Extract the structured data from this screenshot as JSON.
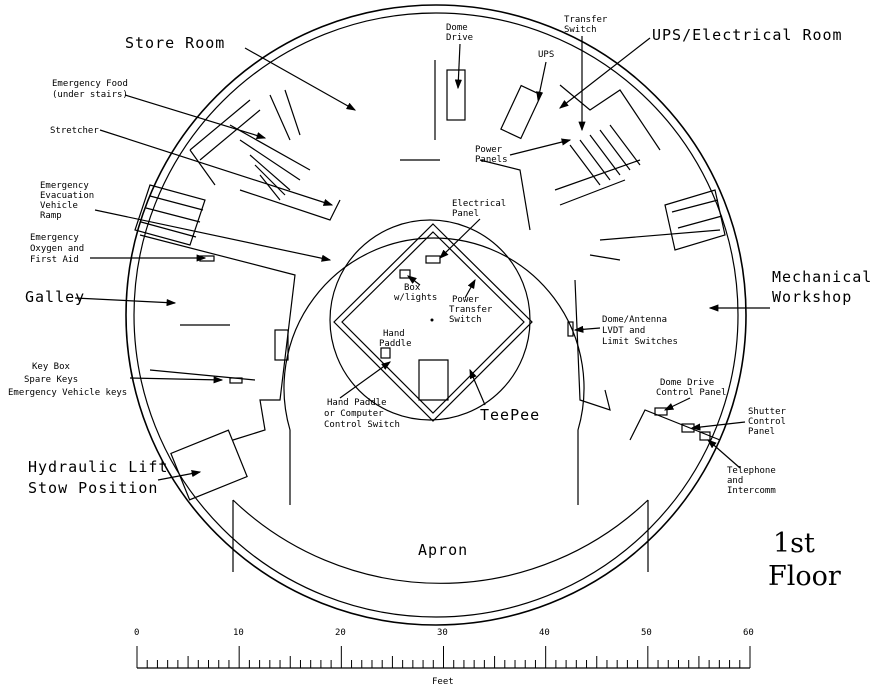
{
  "floor_title": [
    "1st",
    "Floor"
  ],
  "rooms": {
    "store_room": "Store Room",
    "ups_room": "UPS/Electrical Room",
    "mechanical": [
      "Mechanical",
      "Workshop"
    ],
    "galley": "Galley",
    "hydraulic": [
      "Hydraulic Lift",
      "Stow Position"
    ],
    "apron": "Apron",
    "teepee": "TeePee"
  },
  "labels": {
    "dome_drive": [
      "Dome",
      "Drive"
    ],
    "transfer_switch": [
      "Transfer",
      "Switch"
    ],
    "ups": "UPS",
    "power_panels": [
      "Power",
      "Panels"
    ],
    "electrical_panel": [
      "Electrical",
      "Panel"
    ],
    "emergency_food": [
      "Emergency Food",
      "(under stairs)"
    ],
    "stretcher": "Stretcher",
    "evacuation_ramp": [
      "Emergency",
      "Evacuation",
      "Vehicle",
      "Ramp"
    ],
    "oxygen": [
      "Emergency",
      "Oxygen and",
      "First Aid"
    ],
    "box_lights": [
      "Box",
      "w/lights"
    ],
    "power_transfer": [
      "Power",
      "Transfer",
      "Switch"
    ],
    "hand_paddle": [
      "Hand",
      "Paddle"
    ],
    "hand_paddle_switch": [
      "Hand Paddle",
      "or Computer",
      "Control Switch"
    ],
    "key_box": [
      "Key Box",
      "Spare Keys",
      "Emergency Vehicle keys"
    ],
    "limit_switches": [
      "Dome/Antenna",
      "LVDT and",
      "Limit Switches"
    ],
    "dome_drive_panel": [
      "Dome Drive",
      "Control Panel"
    ],
    "shutter_panel": [
      "Shutter",
      "Control",
      "Panel"
    ],
    "telephone": [
      "Telephone",
      "and",
      "Intercomm"
    ]
  },
  "scale": {
    "ticks": [
      "0",
      "10",
      "20",
      "30",
      "40",
      "50",
      "60"
    ],
    "unit": "Feet"
  }
}
